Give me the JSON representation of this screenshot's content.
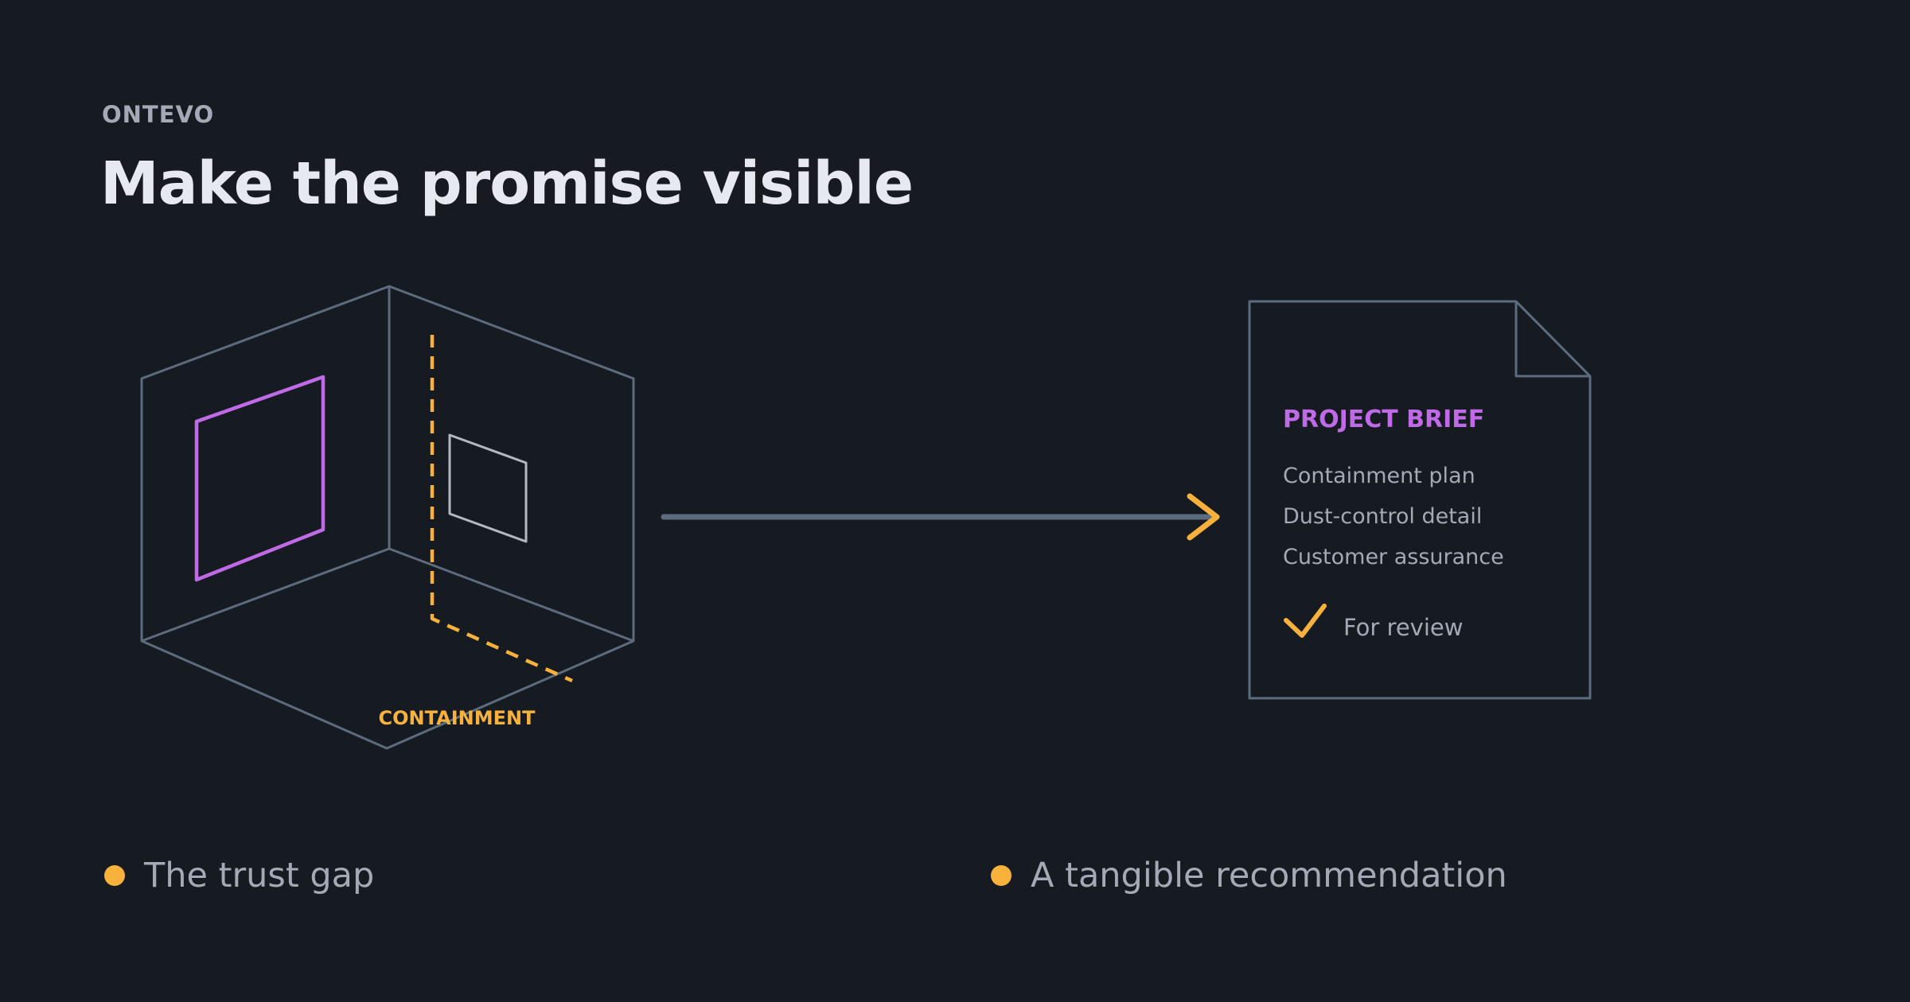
{
  "header": {
    "brand": "ONTEVO",
    "title": "Make the promise visible"
  },
  "room": {
    "label": "CONTAINMENT"
  },
  "brief": {
    "title": "PROJECT BRIEF",
    "items": [
      "Containment plan",
      "Dust-control detail",
      "Customer assurance"
    ],
    "status": "For review"
  },
  "captions": {
    "left": "The trust gap",
    "right": "A tangible recommendation"
  },
  "colors": {
    "background": "#161b22",
    "outline": "#5c6b7d",
    "accent_orange": "#f8b23c",
    "accent_purple": "#c06ae8",
    "window_gray": "#b2b8c2",
    "text_muted": "#a3aab5",
    "title_text": "#e6e9ef"
  }
}
